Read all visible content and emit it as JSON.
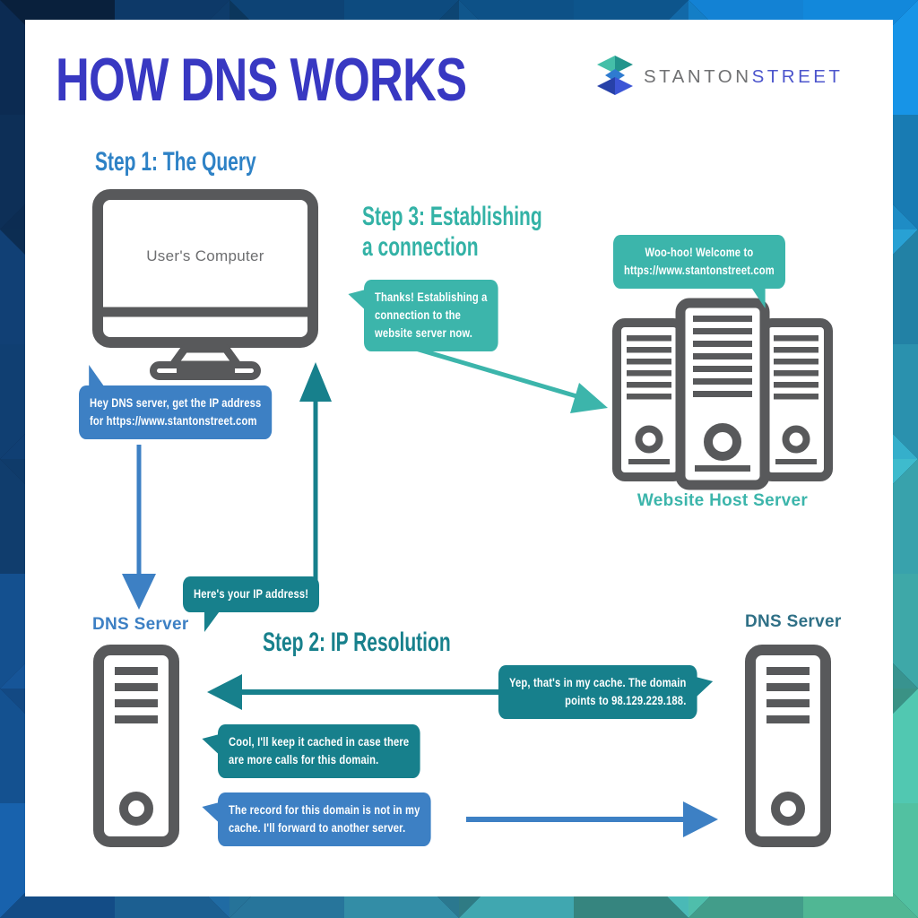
{
  "header": {
    "title": "HOW DNS WORKS",
    "logo": {
      "brand_part1": "STANTON",
      "brand_part2": "STREET"
    }
  },
  "steps": {
    "step1": "Step 1: The Query",
    "step2": "Step 2: IP Resolution",
    "step3": "Step 3: Establishing\na connection"
  },
  "nodes": {
    "users_computer": "User's Computer",
    "dns_server_left": "DNS Server",
    "dns_server_right": "DNS Server",
    "website_host_server": "Website Host Server"
  },
  "bubbles": {
    "query": "Hey DNS server, get the IP address\nfor https://www.stantonstreet.com",
    "ip_answer": "Here's your IP address!",
    "thanks": "Thanks! Establishing a\nconnection to the\nwebsite server now.",
    "welcome": "Woo-hoo! Welcome to\nhttps://www.stantonstreet.com",
    "cache_hit": "Yep, that's in my cache. The domain\npoints to 98.129.229.188.",
    "cache_keep": "Cool, I'll keep it cached in case there\nare more calls for this domain.",
    "cache_miss": "The record for this domain is not in my\ncache. I'll forward to another server."
  },
  "colors": {
    "title_indigo": "#3838c2",
    "step_blue": "#2e82c6",
    "teal": "#3cb5ab",
    "dark_teal": "#17808c",
    "steel_teal": "#2f7086",
    "bubble_blue": "#3d80c4",
    "device_gray": "#58595b",
    "logo_gray": "#707173",
    "logo_indigo": "#4c55cc"
  },
  "border_mosaic": {
    "corner_colors": {
      "top_left": "#0a1e3c",
      "top_right": "#0e7ed2",
      "bottom_right": "#5ac897",
      "bottom_left": "#1253a0"
    }
  }
}
